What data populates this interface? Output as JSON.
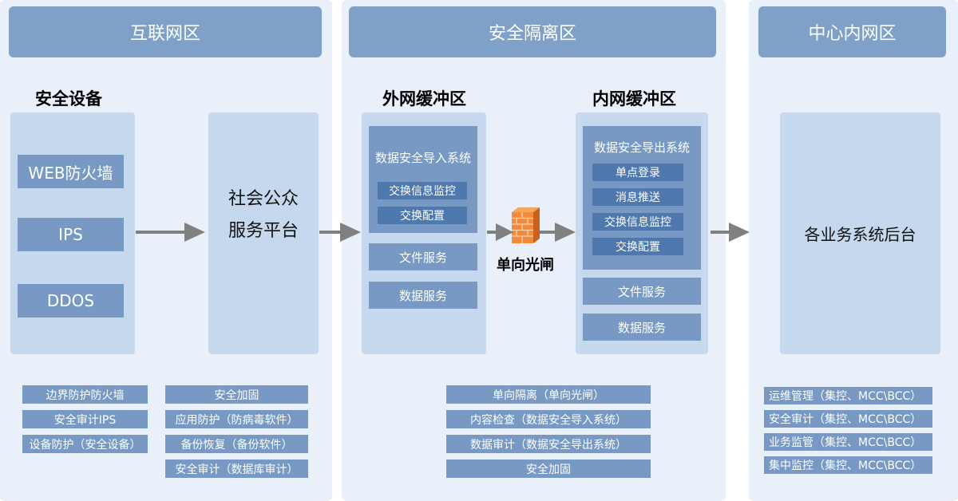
{
  "zones": {
    "internet": {
      "title": "互联网区"
    },
    "isolation": {
      "title": "安全隔离区"
    },
    "intranet": {
      "title": "中心内网区"
    }
  },
  "internet": {
    "security_devices": {
      "heading": "安全设备",
      "items": [
        "WEB防火墙",
        "IPS",
        "DDOS"
      ]
    },
    "public_service": {
      "line1": "社会公众",
      "line2": "服务平台"
    },
    "tags_left": [
      "边界防护防火墙",
      "安全审计IPS",
      "设备防护（安全设备）"
    ],
    "tags_right": [
      "安全加固",
      "应用防护（防病毒软件）",
      "备份恢复（备份软件）",
      "安全审计（数据库审计）"
    ]
  },
  "isolation": {
    "outer_buffer": {
      "heading": "外网缓冲区",
      "import_system": {
        "title": "数据安全导入系统",
        "items": [
          "交换信息监控",
          "交换配置"
        ]
      },
      "services": [
        "文件服务",
        "数据服务"
      ]
    },
    "gateway": {
      "label": "单向光闸",
      "icon": "firewall-icon"
    },
    "inner_buffer": {
      "heading": "内网缓冲区",
      "export_system": {
        "title": "数据安全导出系统",
        "items": [
          "单点登录",
          "消息推送",
          "交换信息监控",
          "交换配置"
        ]
      },
      "services": [
        "文件服务",
        "数据服务"
      ]
    },
    "tags": [
      "单向隔离（单向光闸）",
      "内容检查（数据安全导入系统）",
      "数据审计（数据安全导出系统）",
      "安全加固"
    ]
  },
  "intranet": {
    "backend": {
      "label": "各业务系统后台"
    },
    "tags": [
      "运维管理（集控、MCC\\BCC）",
      "安全审计（集控、MCC\\BCC）",
      "业务监管（集控、MCC\\BCC）",
      "集中监控（集控、MCC\\BCC）"
    ]
  },
  "colors": {
    "zone_bg": "#eaf0f9",
    "header": "#7fa1c7",
    "panel": "#c6d8ee",
    "box": "#7799c3",
    "dark_box": "#4f79ae",
    "arrow": "#808080",
    "firewall": "#f08a3c"
  }
}
